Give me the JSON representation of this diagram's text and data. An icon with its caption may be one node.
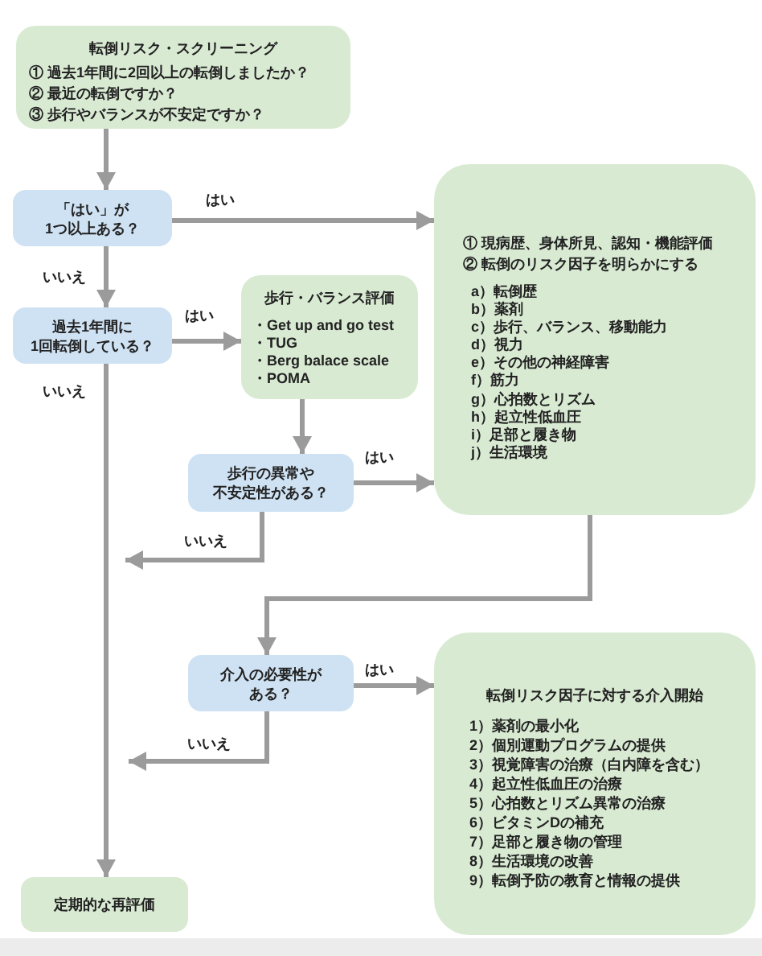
{
  "diagram": {
    "nodes": [
      {
        "text": [
          "転倒リスク・スクリーニング",
          "① 過去1年間に2回以上の転倒しましたか？",
          "② 最近の転倒ですか？",
          "③ 歩行やバランスが不安定ですか？"
        ]
      },
      {
        "text": [
          "「はい」が1つ以上ある？"
        ]
      },
      {
        "text": [
          "過去1年間に1回転倒している？"
        ]
      },
      {
        "text": [
          "歩行・バランス評価",
          "・Get up and go test",
          "・TUG",
          "・Berg balace scale",
          "・POMA"
        ]
      },
      {
        "text": [
          "歩行の異常や不安定性がある？"
        ]
      },
      {
        "text": [
          "① 現病歴、身体所見、認知・機能評価",
          "② 転倒のリスク因子を明らかにする",
          "a）転倒歴",
          "b）薬剤",
          "c）歩行、バランス、移動能力",
          "d）視力",
          "e）その他の神経障害",
          "f）筋力",
          "g）心拍数とリズム",
          "h）起立性低血圧",
          "i）足部と履き物",
          "j）生活環境"
        ]
      },
      {
        "text": [
          "介入の必要性がある？"
        ]
      },
      {
        "text": [
          "転倒リスク因子に対する介入開始",
          "1）薬剤の最小化",
          "2）個別運動プログラムの提供",
          "3）視覚障害の治療（白内障を含む）",
          "4）起立性低血圧の治療",
          "5）心拍数とリズム異常の治療",
          "6）ビタミンDの補充",
          "7）足部と履き物の管理",
          "8）生活環境の改善",
          "9）転倒予防の教育と情報の提供"
        ]
      },
      {
        "text": [
          "定期的な再評価"
        ]
      }
    ],
    "edges": [
      {
        "from": 0,
        "to": 1,
        "arrow": "to"
      },
      {
        "from": 1,
        "to": 5,
        "arrow": "to",
        "label": "はい"
      },
      {
        "from": 1,
        "to": 2,
        "arrow": "to",
        "label": "いいえ"
      },
      {
        "from": 2,
        "to": 3,
        "arrow": "to",
        "label": "はい"
      },
      {
        "from": 2,
        "to": 8,
        "arrow": "to",
        "label": "いいえ"
      },
      {
        "from": 3,
        "to": 4,
        "arrow": "to"
      },
      {
        "from": 4,
        "to": 5,
        "arrow": "to",
        "label": "はい"
      },
      {
        "from": 4,
        "to": null,
        "arrow": "to",
        "label": "いいえ"
      },
      {
        "from": 5,
        "to": 6,
        "arrow": "to"
      },
      {
        "from": 6,
        "to": 7,
        "arrow": "to",
        "label": "はい"
      },
      {
        "from": 6,
        "to": null,
        "arrow": "to",
        "label": "いいえ"
      }
    ]
  }
}
